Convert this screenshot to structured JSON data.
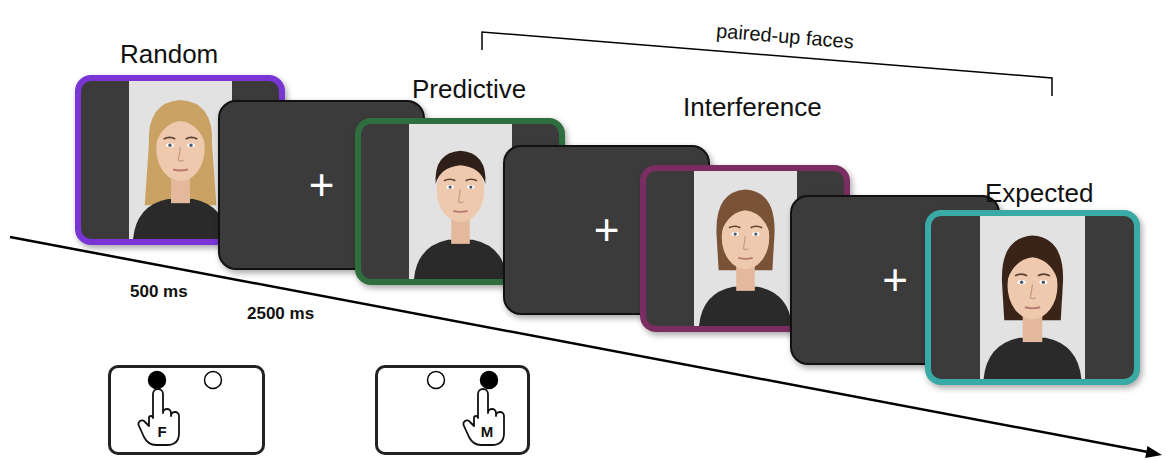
{
  "diagram": {
    "nodes": [
      {
        "text": [
          "Random"
        ]
      },
      {
        "text": [
          "+"
        ]
      },
      {
        "text": [
          "Predictive"
        ]
      },
      {
        "text": [
          "+"
        ]
      },
      {
        "text": [
          "Interference"
        ]
      },
      {
        "text": [
          "+"
        ]
      },
      {
        "text": [
          "Expected"
        ]
      },
      {
        "text": [
          "F"
        ]
      },
      {
        "text": [
          "M"
        ]
      }
    ],
    "labels": [
      "paired-up faces",
      "500 ms",
      "2500 ms"
    ]
  }
}
